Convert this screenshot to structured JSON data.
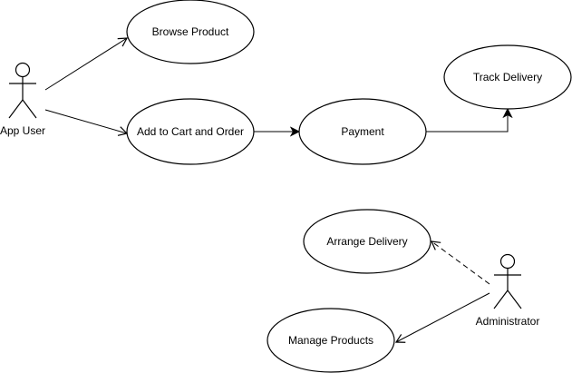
{
  "actors": {
    "app_user": "App User",
    "administrator": "Administrator"
  },
  "use_cases": {
    "browse_product": "Browse Product",
    "add_to_cart": "Add to Cart and Order",
    "payment": "Payment",
    "track_delivery": "Track Delivery",
    "arrange_delivery": "Arrange Delivery",
    "manage_products": "Manage Products"
  }
}
